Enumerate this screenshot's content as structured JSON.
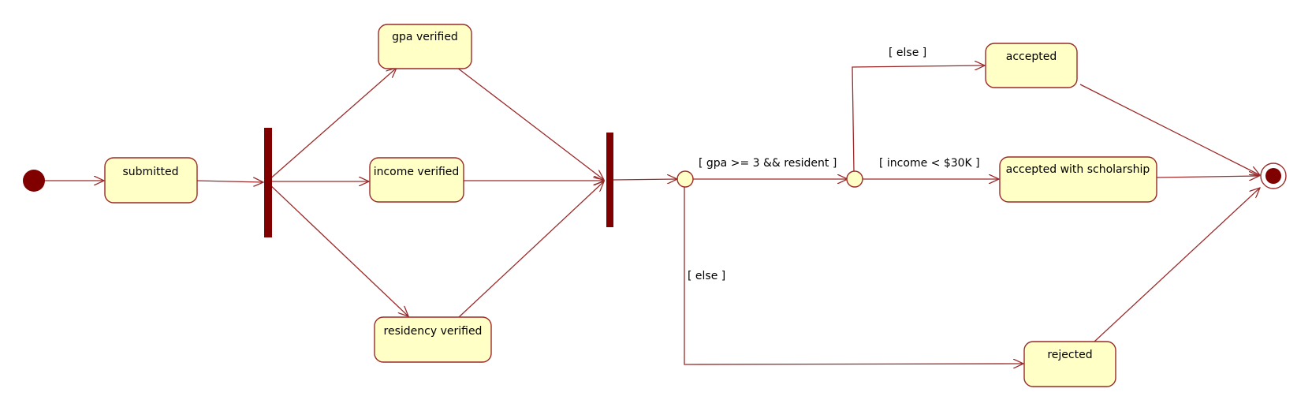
{
  "diagram": {
    "type": "uml-state-machine",
    "colors": {
      "stroke": "#9b2a2a",
      "node_fill": "#ffffc6",
      "bar_fill": "#800000",
      "text": "#000000",
      "background": "#ffffff"
    },
    "states": [
      {
        "id": "submitted",
        "label": "submitted"
      },
      {
        "id": "gpa",
        "label": "gpa verified"
      },
      {
        "id": "income",
        "label": "income verified"
      },
      {
        "id": "residency",
        "label": "residency verified"
      },
      {
        "id": "accepted",
        "label": "accepted"
      },
      {
        "id": "scholarship",
        "label": "accepted with scholarship"
      },
      {
        "id": "rejected",
        "label": "rejected"
      }
    ],
    "pseudostates": [
      {
        "id": "initial",
        "kind": "initial"
      },
      {
        "id": "fork",
        "kind": "fork"
      },
      {
        "id": "join",
        "kind": "join"
      },
      {
        "id": "choice1",
        "kind": "choice"
      },
      {
        "id": "choice2",
        "kind": "choice"
      },
      {
        "id": "final",
        "kind": "final"
      }
    ],
    "guards": {
      "gpa_resident": "[ gpa >= 3 && resident ]",
      "else_top": "[ else ]",
      "income": "[ income < $30K ]",
      "else_bottom": "[ else ]"
    },
    "transitions": [
      {
        "from": "initial",
        "to": "submitted"
      },
      {
        "from": "submitted",
        "to": "fork"
      },
      {
        "from": "fork",
        "to": "gpa"
      },
      {
        "from": "fork",
        "to": "income"
      },
      {
        "from": "fork",
        "to": "residency"
      },
      {
        "from": "gpa",
        "to": "join"
      },
      {
        "from": "income",
        "to": "join"
      },
      {
        "from": "residency",
        "to": "join"
      },
      {
        "from": "join",
        "to": "choice1"
      },
      {
        "from": "choice1",
        "to": "choice2",
        "guard": "gpa_resident"
      },
      {
        "from": "choice1",
        "to": "rejected",
        "guard": "else_bottom"
      },
      {
        "from": "choice2",
        "to": "accepted",
        "guard": "else_top"
      },
      {
        "from": "choice2",
        "to": "scholarship",
        "guard": "income"
      },
      {
        "from": "accepted",
        "to": "final"
      },
      {
        "from": "scholarship",
        "to": "final"
      },
      {
        "from": "rejected",
        "to": "final"
      }
    ]
  }
}
